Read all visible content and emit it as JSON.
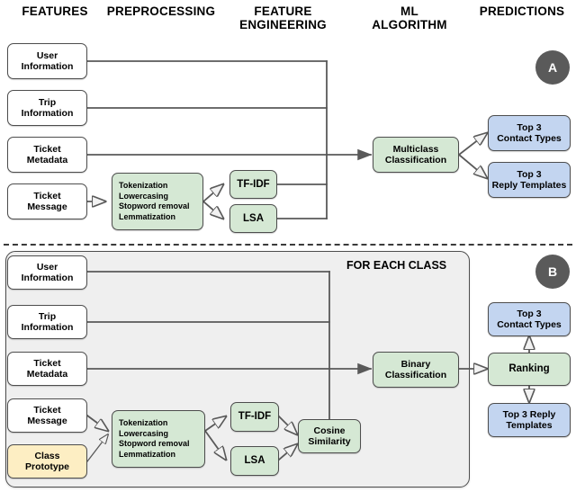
{
  "columns": [
    {
      "id": "features",
      "label": "FEATURES"
    },
    {
      "id": "preprocessing",
      "label": "PREPROCESSING"
    },
    {
      "id": "feature-engineering",
      "label": "FEATURE\nENGINEERING",
      "line1": "FEATURE",
      "line2": "ENGINEERING"
    },
    {
      "id": "ml-algorithm",
      "label": "ML\nALGORITHM",
      "line1": "ML",
      "line2": "ALGORITHM"
    },
    {
      "id": "predictions",
      "label": "PREDICTIONS"
    }
  ],
  "panel_a": {
    "badge": "A",
    "features": [
      {
        "id": "user-information",
        "line1": "User",
        "line2": "Information"
      },
      {
        "id": "trip-information",
        "line1": "Trip",
        "line2": "Information"
      },
      {
        "id": "ticket-metadata",
        "line1": "Ticket",
        "line2": "Metadata"
      },
      {
        "id": "ticket-message",
        "line1": "Ticket",
        "line2": "Message"
      }
    ],
    "preprocessing": {
      "id": "preprocessing-steps",
      "steps": [
        "Tokenization",
        "Lowercasing",
        "Stopword removal",
        "Lemmatization"
      ]
    },
    "feature_engineering": [
      {
        "id": "tf-idf",
        "label": "TF-IDF"
      },
      {
        "id": "lsa",
        "label": "LSA"
      }
    ],
    "ml_algorithm": {
      "id": "multiclass-classification",
      "line1": "Multiclass",
      "line2": "Classification"
    },
    "predictions": [
      {
        "id": "top-3-contact-types",
        "line1": "Top 3",
        "line2": "Contact Types"
      },
      {
        "id": "top-3-reply-templates",
        "line1": "Top 3",
        "line2": "Reply Templates",
        "l1": "Top 3",
        "l2": "Reply Templates"
      }
    ]
  },
  "panel_b": {
    "badge": "B",
    "group_label": "FOR EACH CLASS",
    "features": [
      {
        "id": "user-information",
        "line1": "User",
        "line2": "Information"
      },
      {
        "id": "trip-information",
        "line1": "Trip",
        "line2": "Information"
      },
      {
        "id": "ticket-metadata",
        "line1": "Ticket",
        "line2": "Metadata"
      },
      {
        "id": "ticket-message",
        "line1": "Ticket",
        "line2": "Message"
      },
      {
        "id": "class-prototype",
        "line1": "Class",
        "line2": "Prototype"
      }
    ],
    "preprocessing": {
      "id": "preprocessing-steps",
      "steps": [
        "Tokenization",
        "Lowercasing",
        "Stopword removal",
        "Lemmatization"
      ]
    },
    "feature_engineering": [
      {
        "id": "tf-idf",
        "label": "TF-IDF"
      },
      {
        "id": "lsa",
        "label": "LSA"
      },
      {
        "id": "cosine-similarity",
        "line1": "Cosine",
        "line2": "Similarity"
      }
    ],
    "ml_algorithm": {
      "id": "binary-classification",
      "line1": "Binary",
      "line2": "Classification"
    },
    "ranking": {
      "id": "ranking",
      "label": "Ranking"
    },
    "predictions": [
      {
        "id": "top-3-contact-types",
        "line1": "Top 3",
        "line2": "Contact Types"
      },
      {
        "id": "top-3-reply-templates",
        "line1": "Top 3 Reply",
        "line2": "Templates"
      }
    ]
  },
  "palette": {
    "green": "#d5e8d4",
    "blue": "#c3d5f0",
    "yellow": "#fdeec3",
    "group_bg": "#efefef",
    "stroke": "#4d4d4d",
    "badge": "#5a5a5a",
    "wire": "#595959"
  }
}
